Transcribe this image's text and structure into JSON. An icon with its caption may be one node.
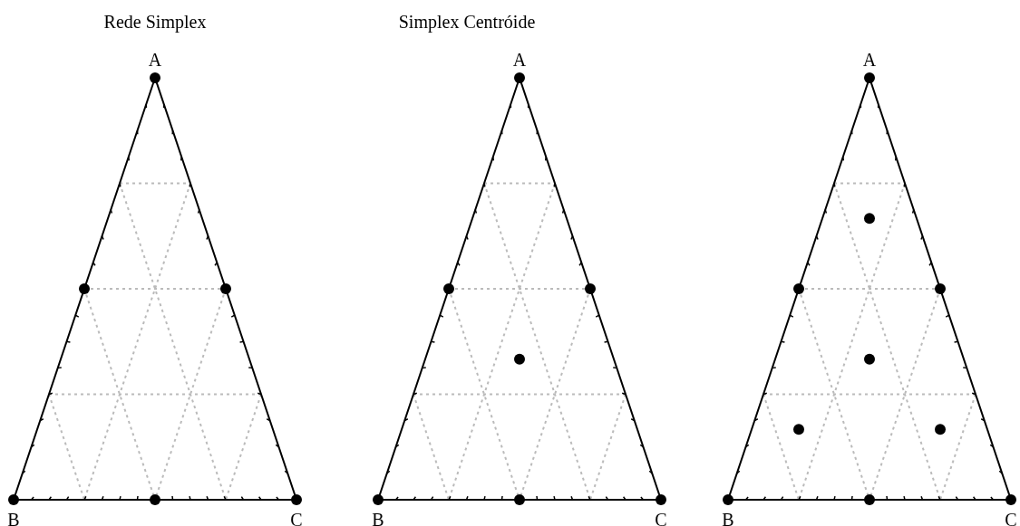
{
  "diagram": {
    "labels": [
      "Rede Simplex",
      "Simplex Centróide",
      "A",
      "A",
      "A",
      "B",
      "C",
      "B",
      "C",
      "B",
      "C"
    ]
  }
}
